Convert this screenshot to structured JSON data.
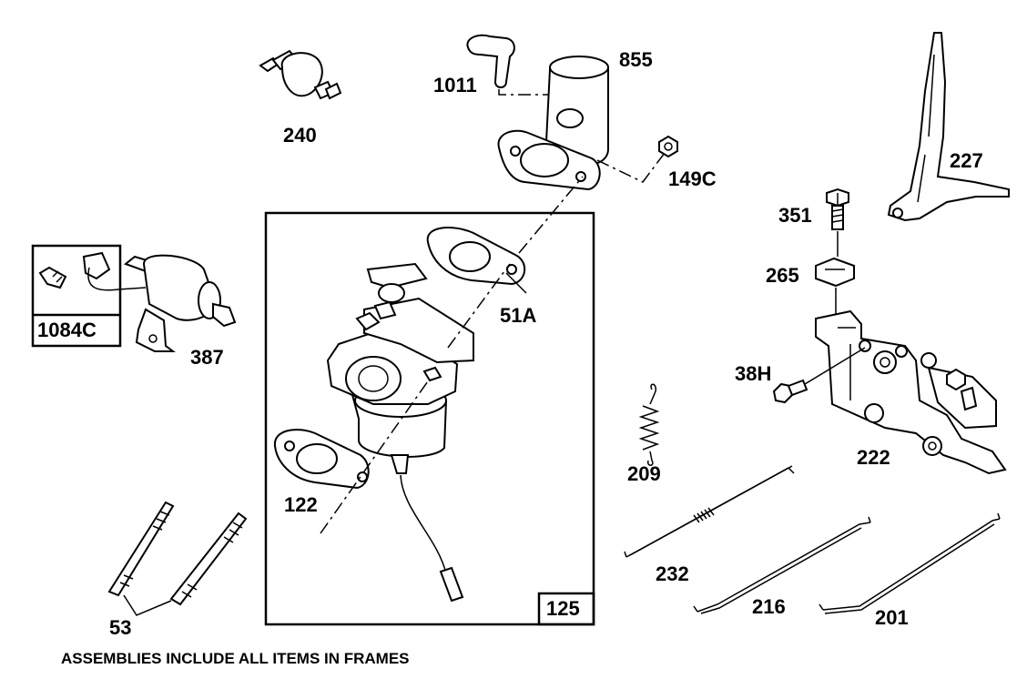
{
  "footnote": "ASSEMBLIES INCLUDE ALL ITEMS IN FRAMES",
  "labels": {
    "p240": "240",
    "p1011": "1011",
    "p855": "855",
    "p149c": "149C",
    "p227": "227",
    "p351": "351",
    "p265": "265",
    "p1084c": "1084C",
    "p387": "387",
    "p51a": "51A",
    "p38h": "38H",
    "p209": "209",
    "p222": "222",
    "p122": "122",
    "p232": "232",
    "p216": "216",
    "p201": "201",
    "p53": "53",
    "p125": "125"
  }
}
